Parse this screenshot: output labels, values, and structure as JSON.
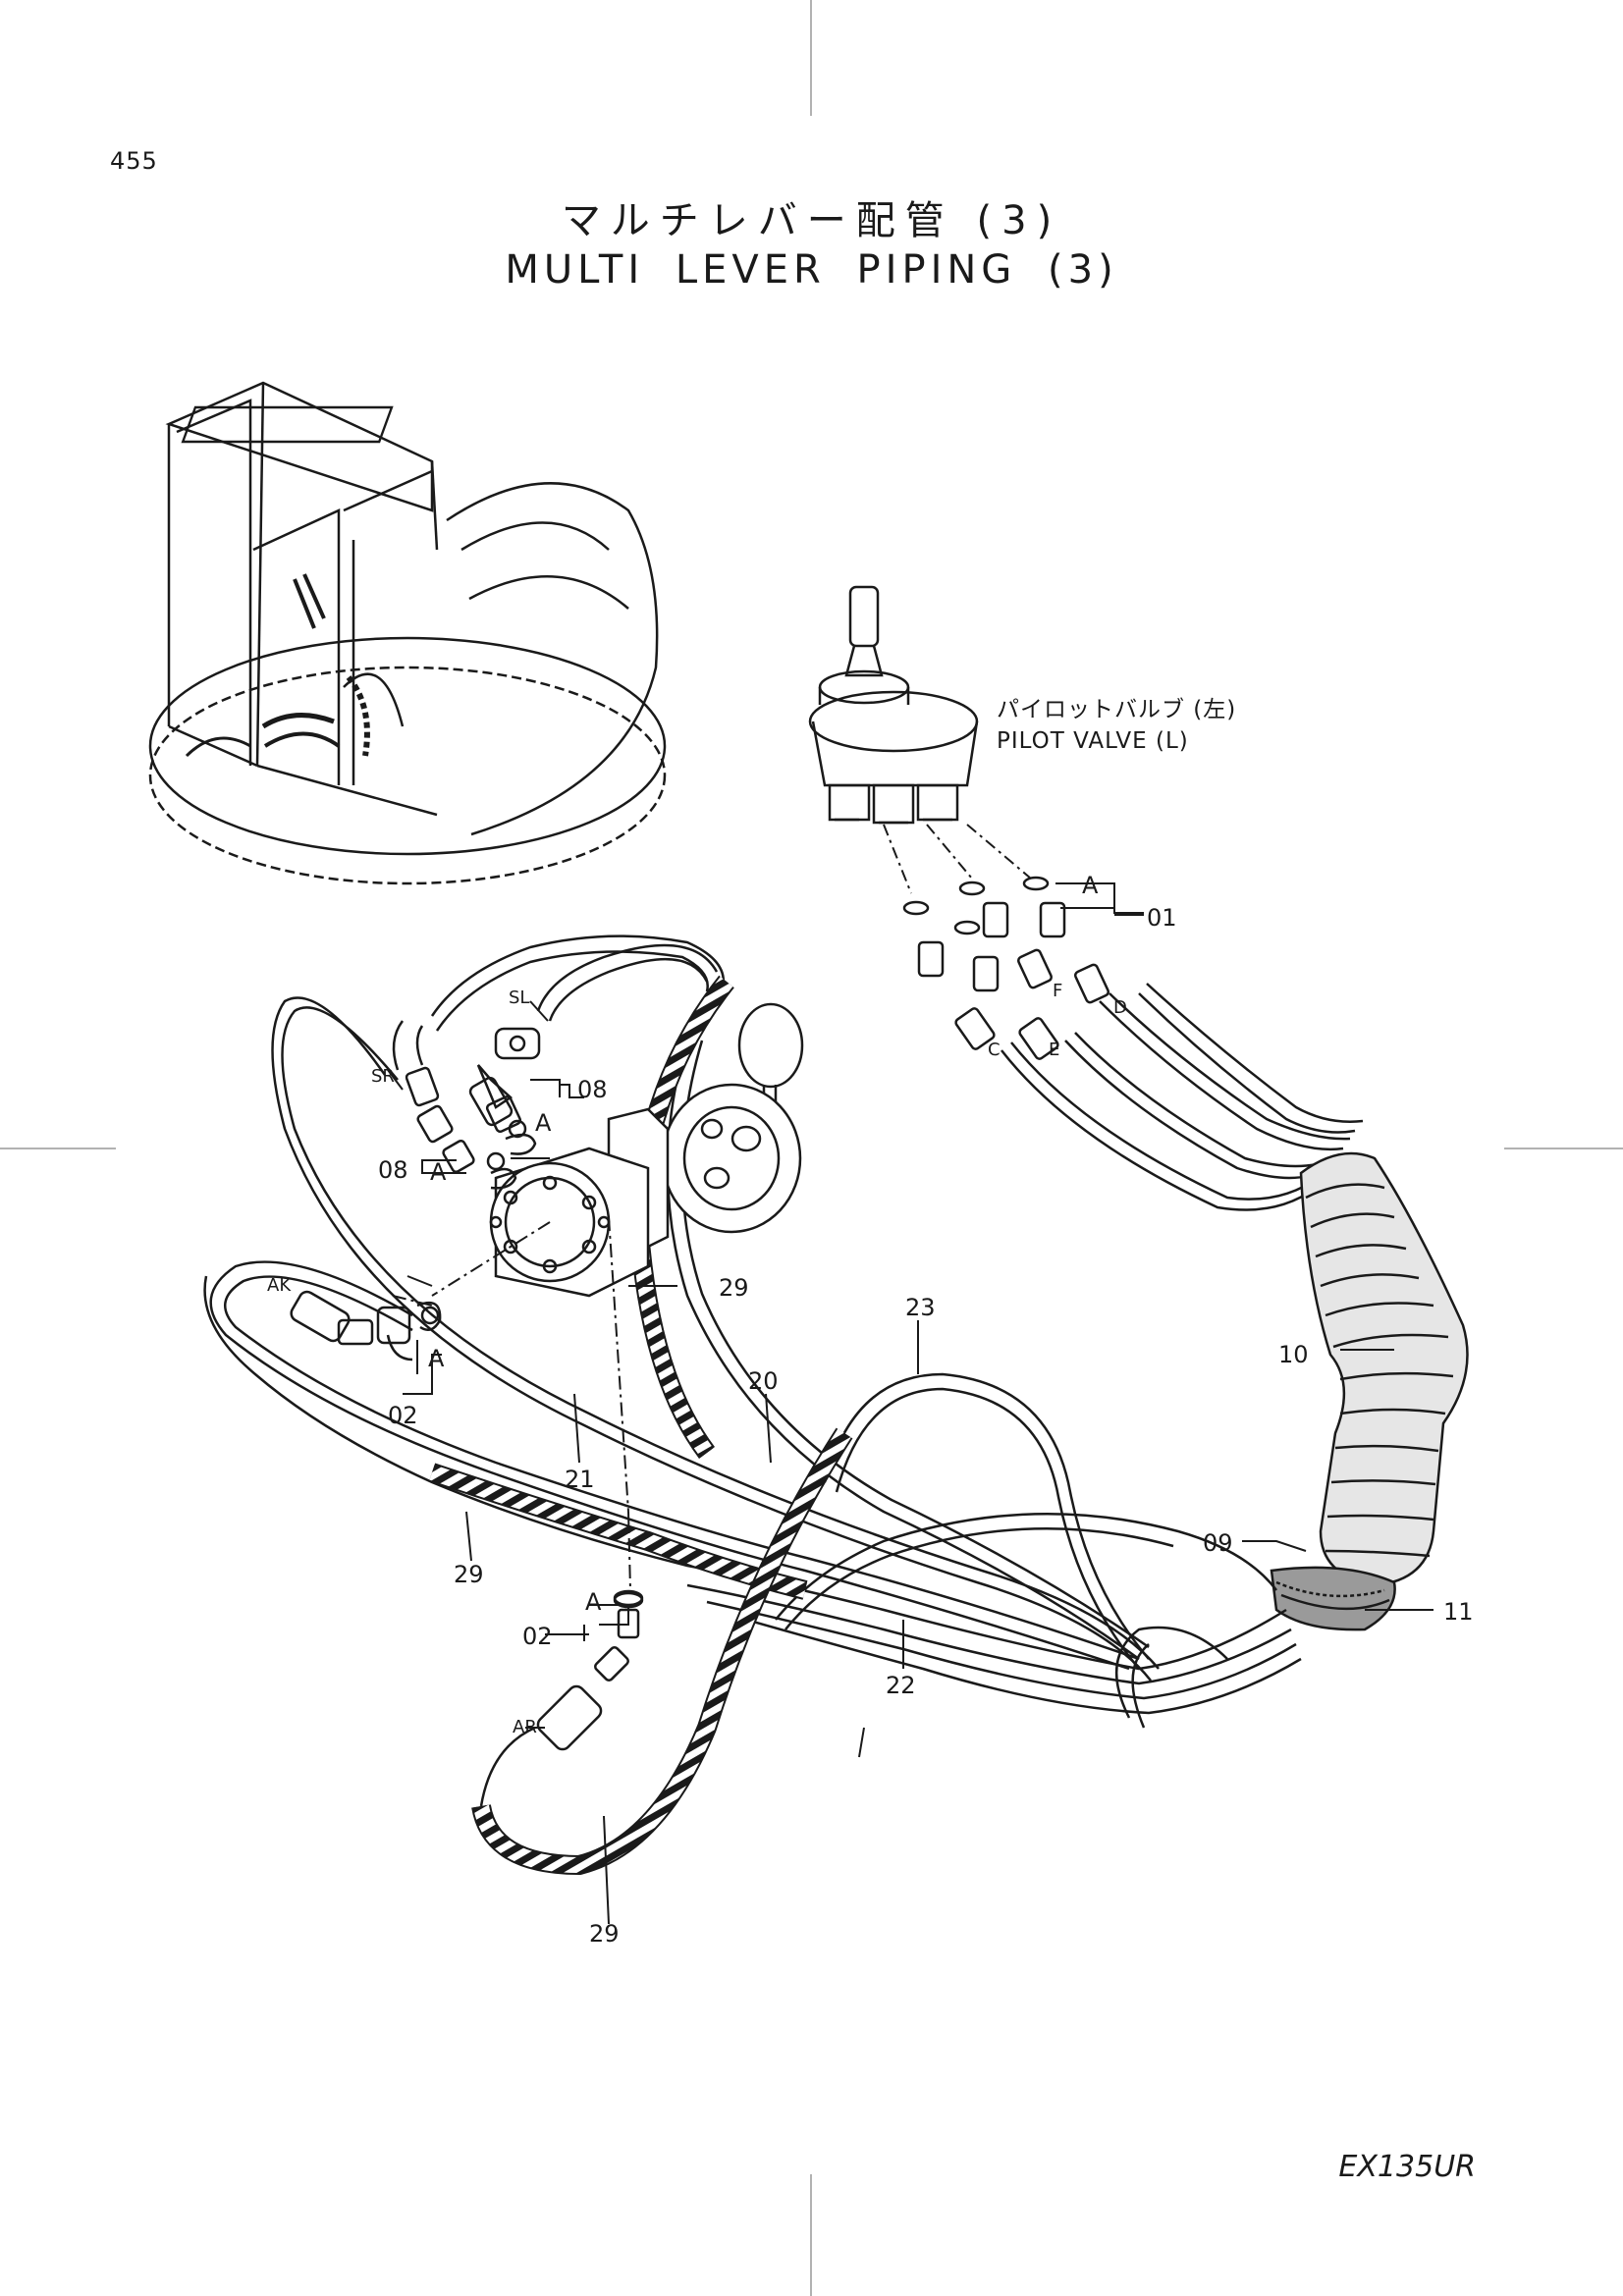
{
  "page": {
    "number": "455",
    "title_jp": "マルチレバー配管 (3)",
    "title_en": "MULTI LEVER PIPING (3)",
    "model_code": "EX135UR"
  },
  "pilot_valve": {
    "label_jp": "パイロットバルブ (左)",
    "label_en": "PILOT VALVE (L)"
  },
  "part_numbers": {
    "p01": "01",
    "p02_right": "02",
    "p02_bottom": "02",
    "p08_top": "08",
    "p08_left": "08",
    "p09": "09",
    "p10": "10",
    "p11": "11",
    "p20": "20",
    "p21": "21",
    "p22": "22",
    "p23": "23",
    "p29_upper": "29",
    "p29_left": "29",
    "p29_bottom": "29"
  },
  "detail_marks": {
    "a_pilot": "A",
    "a_right_block": "A",
    "a_left_block": "A",
    "a_fitting_right": "A",
    "a_fitting_bottom": "A"
  },
  "port_labels": {
    "sl": "SL",
    "sr": "SR",
    "ak": "AK",
    "ar": "AR",
    "c": "C",
    "d": "D",
    "e": "E",
    "f": "F"
  }
}
